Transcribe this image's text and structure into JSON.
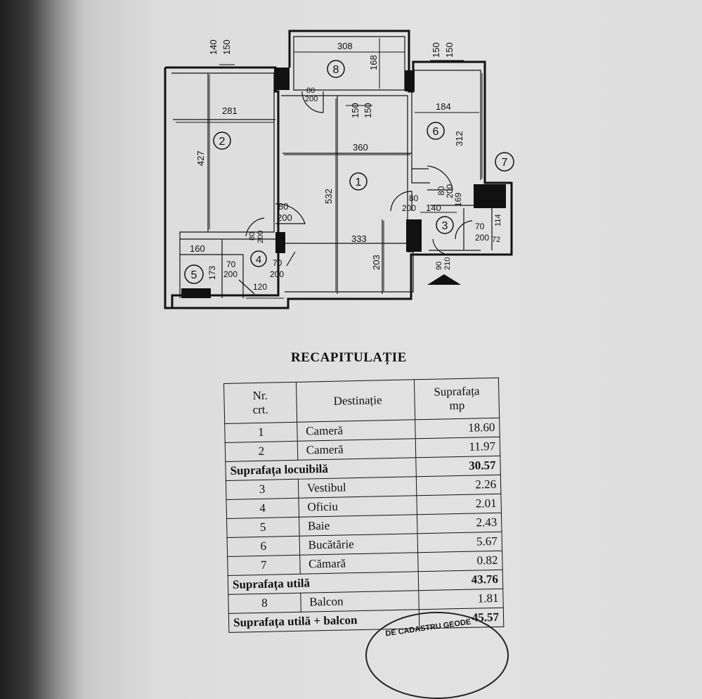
{
  "plan": {
    "rooms": [
      {
        "num": "1"
      },
      {
        "num": "2"
      },
      {
        "num": "3"
      },
      {
        "num": "4"
      },
      {
        "num": "5"
      },
      {
        "num": "6"
      },
      {
        "num": "7"
      },
      {
        "num": "8"
      }
    ],
    "dims": {
      "w140_150": [
        "140",
        "150"
      ],
      "balcony_w": "308",
      "balcony_h": "168",
      "w150_150_right": [
        "150",
        "150"
      ],
      "door_80_200_top": [
        "80",
        "200"
      ],
      "w150_150_center": [
        "150",
        "150"
      ],
      "r2_w": "281",
      "r2_h": "427",
      "r1_w": "360",
      "r1_h": "532",
      "r6_w": "184",
      "r6_h": "312",
      "door_80_200_r2": [
        "80",
        "200"
      ],
      "r1_lower_w": "333",
      "r1_lower_h": "203",
      "door_80_200_r6": [
        "80",
        "200"
      ],
      "door_80_200_vest": [
        "80",
        "200"
      ],
      "vest_140": "140",
      "vest_169": "169",
      "door_70_200_camara": [
        "70",
        "200"
      ],
      "camara_114": "114",
      "camara_72": "72",
      "door_80_200_oficiu": [
        "80",
        "200"
      ],
      "bath_160": "160",
      "bath_173": "173",
      "door_70_200_bath": [
        "70",
        "200"
      ],
      "door_70_200_oficiu": [
        "70",
        "200"
      ],
      "oficiu_120": "120",
      "entry_90_210": [
        "90",
        "210"
      ]
    }
  },
  "recap": {
    "title": "RECAPITULAȚIE",
    "header": {
      "nr_line1": "Nr.",
      "nr_line2": "crt.",
      "dest": "Destinație",
      "sup_line1": "Suprafața",
      "sup_line2": "mp"
    },
    "r1": {
      "nr": "1",
      "dest": "Cameră",
      "val": "18.60"
    },
    "r2": {
      "nr": "2",
      "dest": "Cameră",
      "val": "11.97"
    },
    "s1": {
      "label": "Suprafața locuibilă",
      "val": "30.57"
    },
    "r3": {
      "nr": "3",
      "dest": "Vestibul",
      "val": "2.26"
    },
    "r4": {
      "nr": "4",
      "dest": "Oficiu",
      "val": "2.01"
    },
    "r5": {
      "nr": "5",
      "dest": "Baie",
      "val": "2.43"
    },
    "r6": {
      "nr": "6",
      "dest": "Bucătărie",
      "val": "5.67"
    },
    "r7": {
      "nr": "7",
      "dest": "Cămară",
      "val": "0.82"
    },
    "s2": {
      "label": "Suprafața utilă",
      "val": "43.76"
    },
    "r8": {
      "nr": "8",
      "dest": "Balcon",
      "val": "1.81"
    },
    "s3": {
      "label": "Suprafața utilă + balcon",
      "val": "45.57"
    }
  },
  "stamp": {
    "text": "DE CADASTRU GEODE"
  }
}
